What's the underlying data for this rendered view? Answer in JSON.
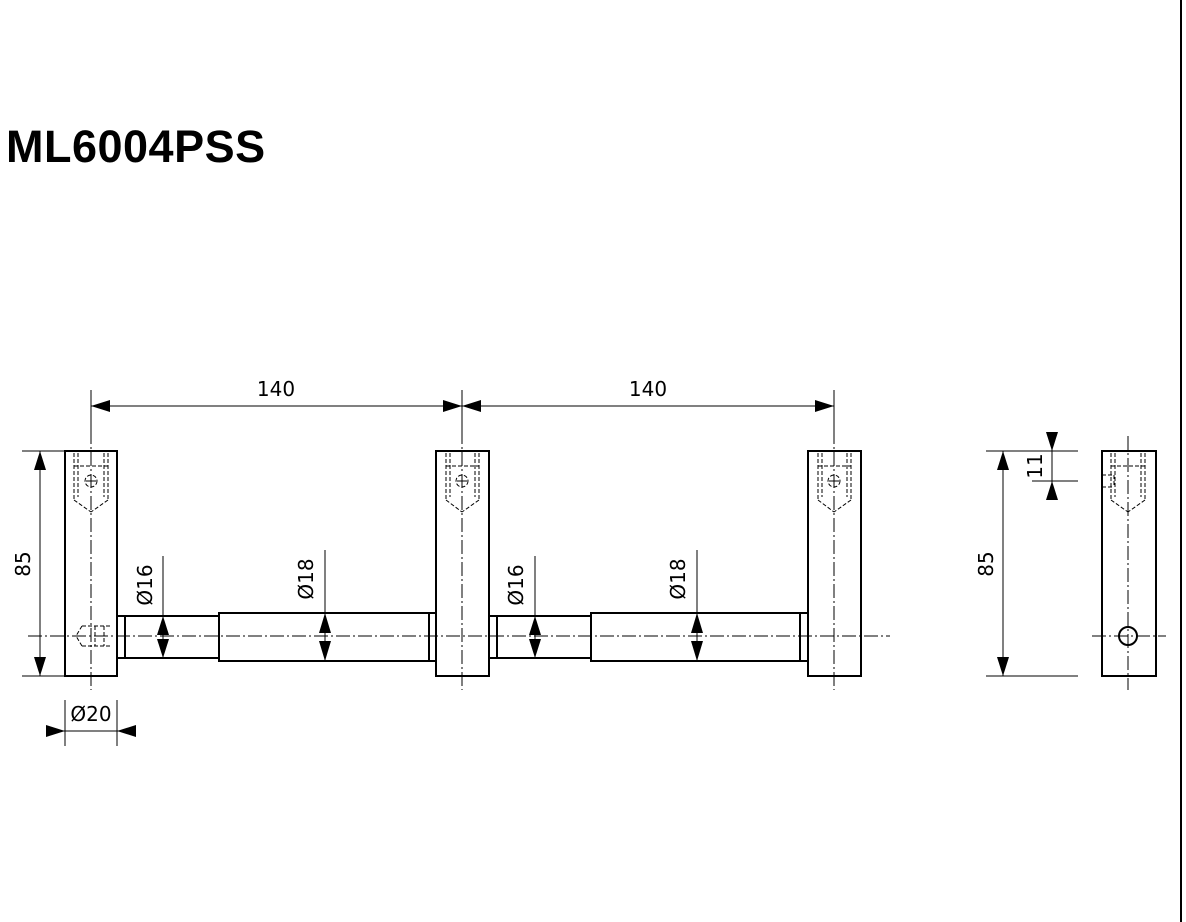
{
  "title": "ML6004PSS",
  "dimensions": {
    "spacing_left": "140",
    "spacing_right": "140",
    "height_front": "85",
    "height_side": "85",
    "rod_small_left": "Ø16",
    "rod_large_left": "Ø18",
    "rod_small_right": "Ø16",
    "rod_large_right": "Ø18",
    "post_diameter": "Ø20",
    "hole_offset": "11"
  }
}
